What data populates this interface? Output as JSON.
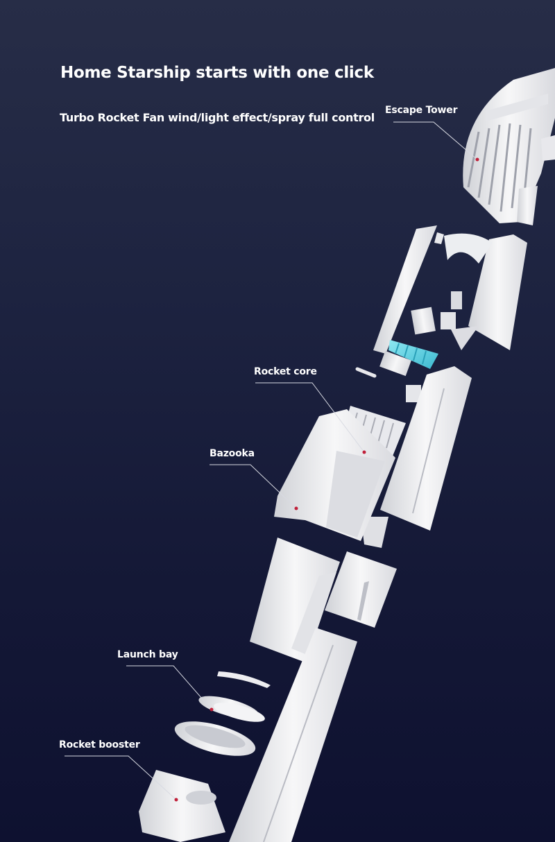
{
  "header": {
    "title": "Home Starship starts with one click",
    "subtitle": "Turbo Rocket Fan wind/light effect/spray full control"
  },
  "callouts": [
    {
      "label": "Escape Tower"
    },
    {
      "label": "Rocket core"
    },
    {
      "label": "Bazooka"
    },
    {
      "label": "Launch bay"
    },
    {
      "label": "Rocket booster"
    }
  ],
  "colors": {
    "background_top": "#272d47",
    "background_bottom": "#0e1130",
    "part_white": "#f2f2f4",
    "accent_cyan": "#5fd6e6",
    "marker_red": "#c0203a"
  }
}
